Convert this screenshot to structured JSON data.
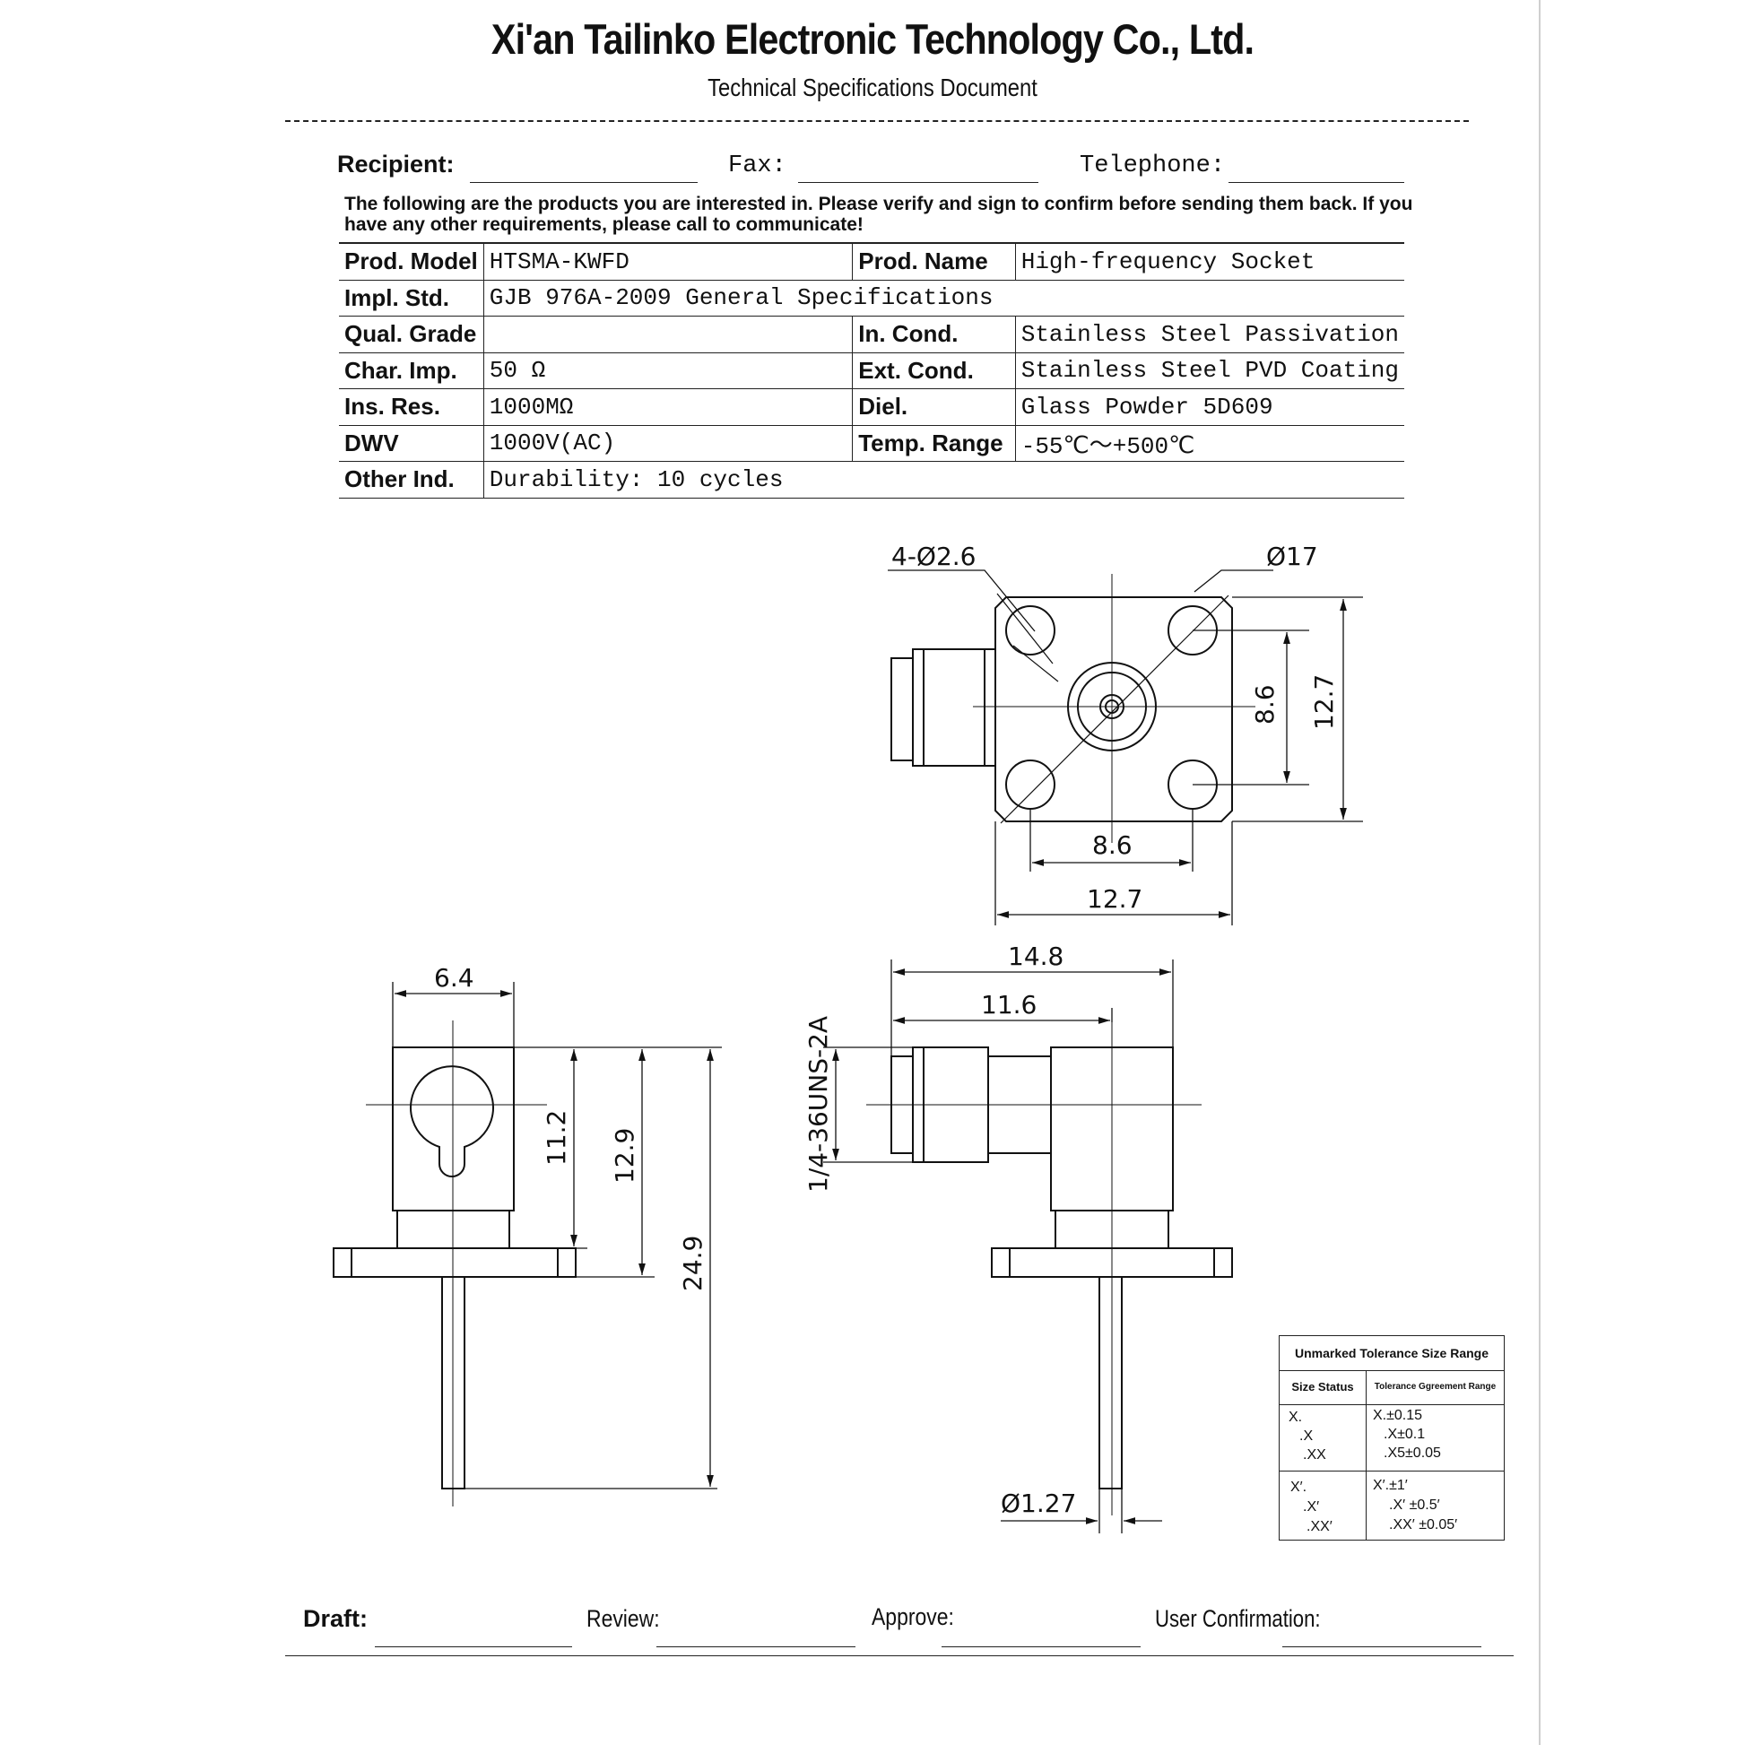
{
  "header": {
    "company": "Xi'an Tailinko Electronic Technology Co., Ltd.",
    "subtitle": "Technical Specifications Document"
  },
  "contact": {
    "recipient_label": "Recipient:",
    "fax_label": "Fax:",
    "telephone_label": "Telephone:"
  },
  "notice": "The following are the products you are interested in. Please verify and sign to confirm before sending them back. If you have any other requirements, please call to communicate!",
  "spec_table": {
    "prod_model_label": "Prod. Model",
    "prod_model_value": "HTSMA-KWFD",
    "prod_name_label": "Prod. Name",
    "prod_name_value": "High-frequency Socket",
    "impl_std_label": "Impl. Std.",
    "impl_std_value": "GJB 976A-2009 General Specifications",
    "qual_grade_label": "Qual. Grade",
    "qual_grade_value": "",
    "in_cond_label": "In. Cond.",
    "in_cond_value": "Stainless Steel Passivation",
    "char_imp_label": "Char. Imp.",
    "char_imp_value": "50 Ω",
    "ext_cond_label": "Ext. Cond.",
    "ext_cond_value": "Stainless Steel PVD Coating",
    "ins_res_label": "Ins. Res.",
    "ins_res_value": "1000MΩ",
    "diel_label": "Diel.",
    "diel_value": "Glass Powder 5D609",
    "dwv_label": "DWV",
    "dwv_value": "1000V(AC)",
    "temp_range_label": "Temp. Range",
    "temp_range_value": "-55℃～+500℃",
    "other_ind_label": "Other Ind.",
    "other_ind_value": "Durability: 10 cycles"
  },
  "drawing": {
    "dim_holes": "4-Ø2.6",
    "dim_flange_dia": "Ø17",
    "dim_hole_spacing_v": "8.6",
    "dim_flange_v": "12.7",
    "dim_hole_spacing_h": "8.6",
    "dim_flange_h": "12.7",
    "dim_body_width": "6.4",
    "dim_body_h1": "11.2",
    "dim_body_h2": "12.9",
    "dim_total_h": "24.9",
    "dim_length_total": "14.8",
    "dim_length_body": "11.6",
    "dim_thread": "1/4-36UNS-2A",
    "dim_pin_dia": "Ø1.27"
  },
  "tolerance": {
    "title": "Unmarked Tolerance Size Range",
    "col_status": "Size Status",
    "col_range": "Tolerance Ggreement Range",
    "linear_status": [
      "X.",
      ".X",
      ".XX"
    ],
    "linear_range": [
      "X.±0.15",
      ".X±0.1",
      ".X5±0.05"
    ],
    "angular_status": [
      "X′.",
      ".X′",
      ".XX′"
    ],
    "angular_range": [
      "X′.±1′",
      ".X′ ±0.5′",
      ".XX′ ±0.05′"
    ]
  },
  "footer": {
    "draft_label": "Draft:",
    "review_label": "Review:",
    "approve_label": "Approve:",
    "user_confirmation_label": "User Confirmation:"
  }
}
